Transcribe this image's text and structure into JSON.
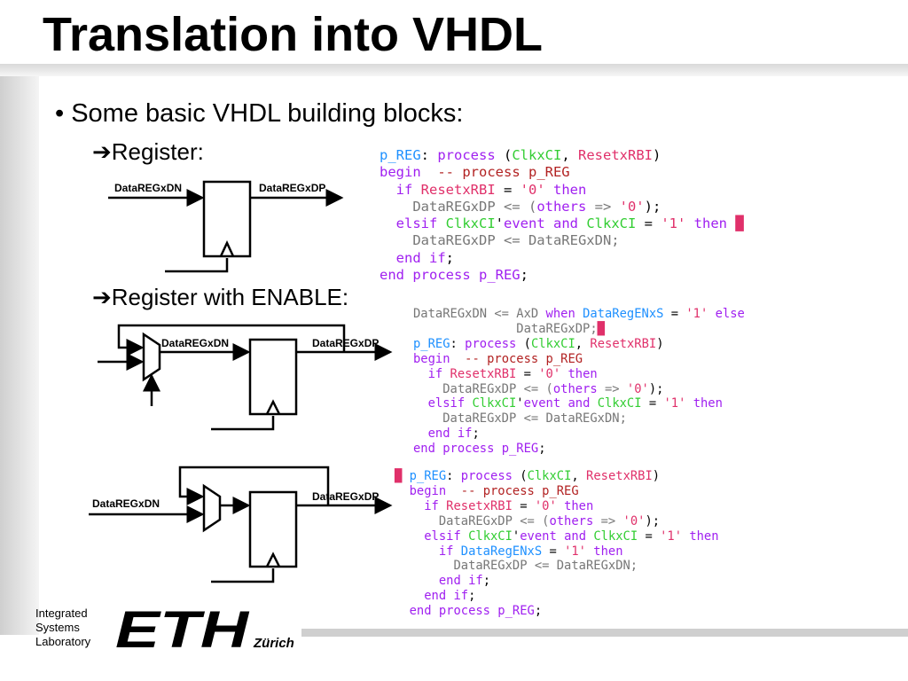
{
  "slide": {
    "title": "Translation into VHDL",
    "bullet": "• Some basic VHDL building blocks:",
    "sub1": "➔Register:",
    "sub2": "➔Register with ENABLE:"
  },
  "diagram": {
    "in1": "DataREGxDN",
    "out1": "DataREGxDP",
    "in2": "DataREGxDN",
    "out2": "DataREGxDP",
    "in3": "DataREGxDN",
    "out3": "DataREGxDP"
  },
  "code1": [
    [
      {
        "t": "p_REG",
        "c": "f"
      },
      {
        "t": ": ",
        "c": "b"
      },
      {
        "t": "process",
        "c": "k"
      },
      {
        "t": " (",
        "c": "b"
      },
      {
        "t": "ClkxCI",
        "c": "g"
      },
      {
        "t": ", ",
        "c": "b"
      },
      {
        "t": "ResetxRBI",
        "c": "s"
      },
      {
        "t": ")",
        "c": "b"
      }
    ],
    [
      {
        "t": "begin",
        "c": "k"
      },
      {
        "t": "  -- process p_REG",
        "c": "c"
      }
    ],
    [
      {
        "t": "  if ",
        "c": "k"
      },
      {
        "t": "ResetxRBI",
        "c": "s"
      },
      {
        "t": " = ",
        "c": "b"
      },
      {
        "t": "'0'",
        "c": "s"
      },
      {
        "t": " then",
        "c": "k"
      }
    ],
    [
      {
        "t": "    DataREGxDP <= (",
        "c": "d"
      },
      {
        "t": "others",
        "c": "k"
      },
      {
        "t": " => ",
        "c": "d"
      },
      {
        "t": "'0'",
        "c": "s"
      },
      {
        "t": ");",
        "c": "b"
      }
    ],
    [
      {
        "t": "  elsif ",
        "c": "k"
      },
      {
        "t": "ClkxCI",
        "c": "g"
      },
      {
        "t": "'",
        "c": "b"
      },
      {
        "t": "event",
        "c": "k"
      },
      {
        "t": " and ",
        "c": "k"
      },
      {
        "t": "ClkxCI",
        "c": "g"
      },
      {
        "t": " = ",
        "c": "b"
      },
      {
        "t": "'1'",
        "c": "s"
      },
      {
        "t": " then ",
        "c": "k"
      },
      {
        "t": "█",
        "c": "s"
      }
    ],
    [
      {
        "t": "    DataREGxDP <= DataREGxDN;",
        "c": "d"
      }
    ],
    [
      {
        "t": "  end if",
        "c": "k"
      },
      {
        "t": ";",
        "c": "b"
      }
    ],
    [
      {
        "t": "end process ",
        "c": "k"
      },
      {
        "t": "p_REG",
        "c": "k"
      },
      {
        "t": ";",
        "c": "b"
      }
    ]
  ],
  "code2": [
    [
      {
        "t": "DataREGxDN <= ",
        "c": "d"
      },
      {
        "t": "AxD",
        "c": "d"
      },
      {
        "t": " when ",
        "c": "k"
      },
      {
        "t": "DataRegENxS",
        "c": "f"
      },
      {
        "t": " = ",
        "c": "b"
      },
      {
        "t": "'1'",
        "c": "s"
      },
      {
        "t": " else",
        "c": "k"
      }
    ],
    [
      {
        "t": "              DataREGxDP;",
        "c": "d"
      },
      {
        "t": "█",
        "c": "s"
      }
    ],
    [
      {
        "t": "p_REG",
        "c": "f"
      },
      {
        "t": ": ",
        "c": "b"
      },
      {
        "t": "process",
        "c": "k"
      },
      {
        "t": " (",
        "c": "b"
      },
      {
        "t": "ClkxCI",
        "c": "g"
      },
      {
        "t": ", ",
        "c": "b"
      },
      {
        "t": "ResetxRBI",
        "c": "s"
      },
      {
        "t": ")",
        "c": "b"
      }
    ],
    [
      {
        "t": "begin",
        "c": "k"
      },
      {
        "t": "  -- process p_REG",
        "c": "c"
      }
    ],
    [
      {
        "t": "  if ",
        "c": "k"
      },
      {
        "t": "ResetxRBI",
        "c": "s"
      },
      {
        "t": " = ",
        "c": "b"
      },
      {
        "t": "'0'",
        "c": "s"
      },
      {
        "t": " then",
        "c": "k"
      }
    ],
    [
      {
        "t": "    DataREGxDP <= (",
        "c": "d"
      },
      {
        "t": "others",
        "c": "k"
      },
      {
        "t": " => ",
        "c": "d"
      },
      {
        "t": "'0'",
        "c": "s"
      },
      {
        "t": ");",
        "c": "b"
      }
    ],
    [
      {
        "t": "  elsif ",
        "c": "k"
      },
      {
        "t": "ClkxCI",
        "c": "g"
      },
      {
        "t": "'",
        "c": "b"
      },
      {
        "t": "event",
        "c": "k"
      },
      {
        "t": " and ",
        "c": "k"
      },
      {
        "t": "ClkxCI",
        "c": "g"
      },
      {
        "t": " = ",
        "c": "b"
      },
      {
        "t": "'1'",
        "c": "s"
      },
      {
        "t": " then",
        "c": "k"
      }
    ],
    [
      {
        "t": "    DataREGxDP <= DataREGxDN;",
        "c": "d"
      }
    ],
    [
      {
        "t": "  end if",
        "c": "k"
      },
      {
        "t": ";",
        "c": "b"
      }
    ],
    [
      {
        "t": "end process ",
        "c": "k"
      },
      {
        "t": "p_REG",
        "c": "k"
      },
      {
        "t": ";",
        "c": "b"
      }
    ]
  ],
  "code3": [
    [
      {
        "t": "█",
        "c": "s"
      },
      {
        "t": " p_REG",
        "c": "f"
      },
      {
        "t": ": ",
        "c": "b"
      },
      {
        "t": "process",
        "c": "k"
      },
      {
        "t": " (",
        "c": "b"
      },
      {
        "t": "ClkxCI",
        "c": "g"
      },
      {
        "t": ", ",
        "c": "b"
      },
      {
        "t": "ResetxRBI",
        "c": "s"
      },
      {
        "t": ")",
        "c": "b"
      }
    ],
    [
      {
        "t": "  begin",
        "c": "k"
      },
      {
        "t": "  -- process p_REG",
        "c": "c"
      }
    ],
    [
      {
        "t": "    if ",
        "c": "k"
      },
      {
        "t": "ResetxRBI",
        "c": "s"
      },
      {
        "t": " = ",
        "c": "b"
      },
      {
        "t": "'0'",
        "c": "s"
      },
      {
        "t": " then",
        "c": "k"
      }
    ],
    [
      {
        "t": "      DataREGxDP <= (",
        "c": "d"
      },
      {
        "t": "others",
        "c": "k"
      },
      {
        "t": " => ",
        "c": "d"
      },
      {
        "t": "'0'",
        "c": "s"
      },
      {
        "t": ");",
        "c": "b"
      }
    ],
    [
      {
        "t": "    elsif ",
        "c": "k"
      },
      {
        "t": "ClkxCI",
        "c": "g"
      },
      {
        "t": "'",
        "c": "b"
      },
      {
        "t": "event",
        "c": "k"
      },
      {
        "t": " and ",
        "c": "k"
      },
      {
        "t": "ClkxCI",
        "c": "g"
      },
      {
        "t": " = ",
        "c": "b"
      },
      {
        "t": "'1'",
        "c": "s"
      },
      {
        "t": " then",
        "c": "k"
      }
    ],
    [
      {
        "t": "      if ",
        "c": "k"
      },
      {
        "t": "DataRegENxS",
        "c": "f"
      },
      {
        "t": " = ",
        "c": "b"
      },
      {
        "t": "'1'",
        "c": "s"
      },
      {
        "t": " then",
        "c": "k"
      }
    ],
    [
      {
        "t": "        DataREGxDP <= DataREGxDN;",
        "c": "d"
      }
    ],
    [
      {
        "t": "      end if",
        "c": "k"
      },
      {
        "t": ";",
        "c": "b"
      }
    ],
    [
      {
        "t": "    end if",
        "c": "k"
      },
      {
        "t": ";",
        "c": "b"
      }
    ],
    [
      {
        "t": "  end process ",
        "c": "k"
      },
      {
        "t": "p_REG",
        "c": "k"
      },
      {
        "t": ";",
        "c": "b"
      }
    ]
  ],
  "footer": {
    "lab_line1": "Integrated",
    "lab_line2": "Systems",
    "lab_line3": "Laboratory",
    "logo_text": "ETH",
    "city": "Zürich"
  }
}
